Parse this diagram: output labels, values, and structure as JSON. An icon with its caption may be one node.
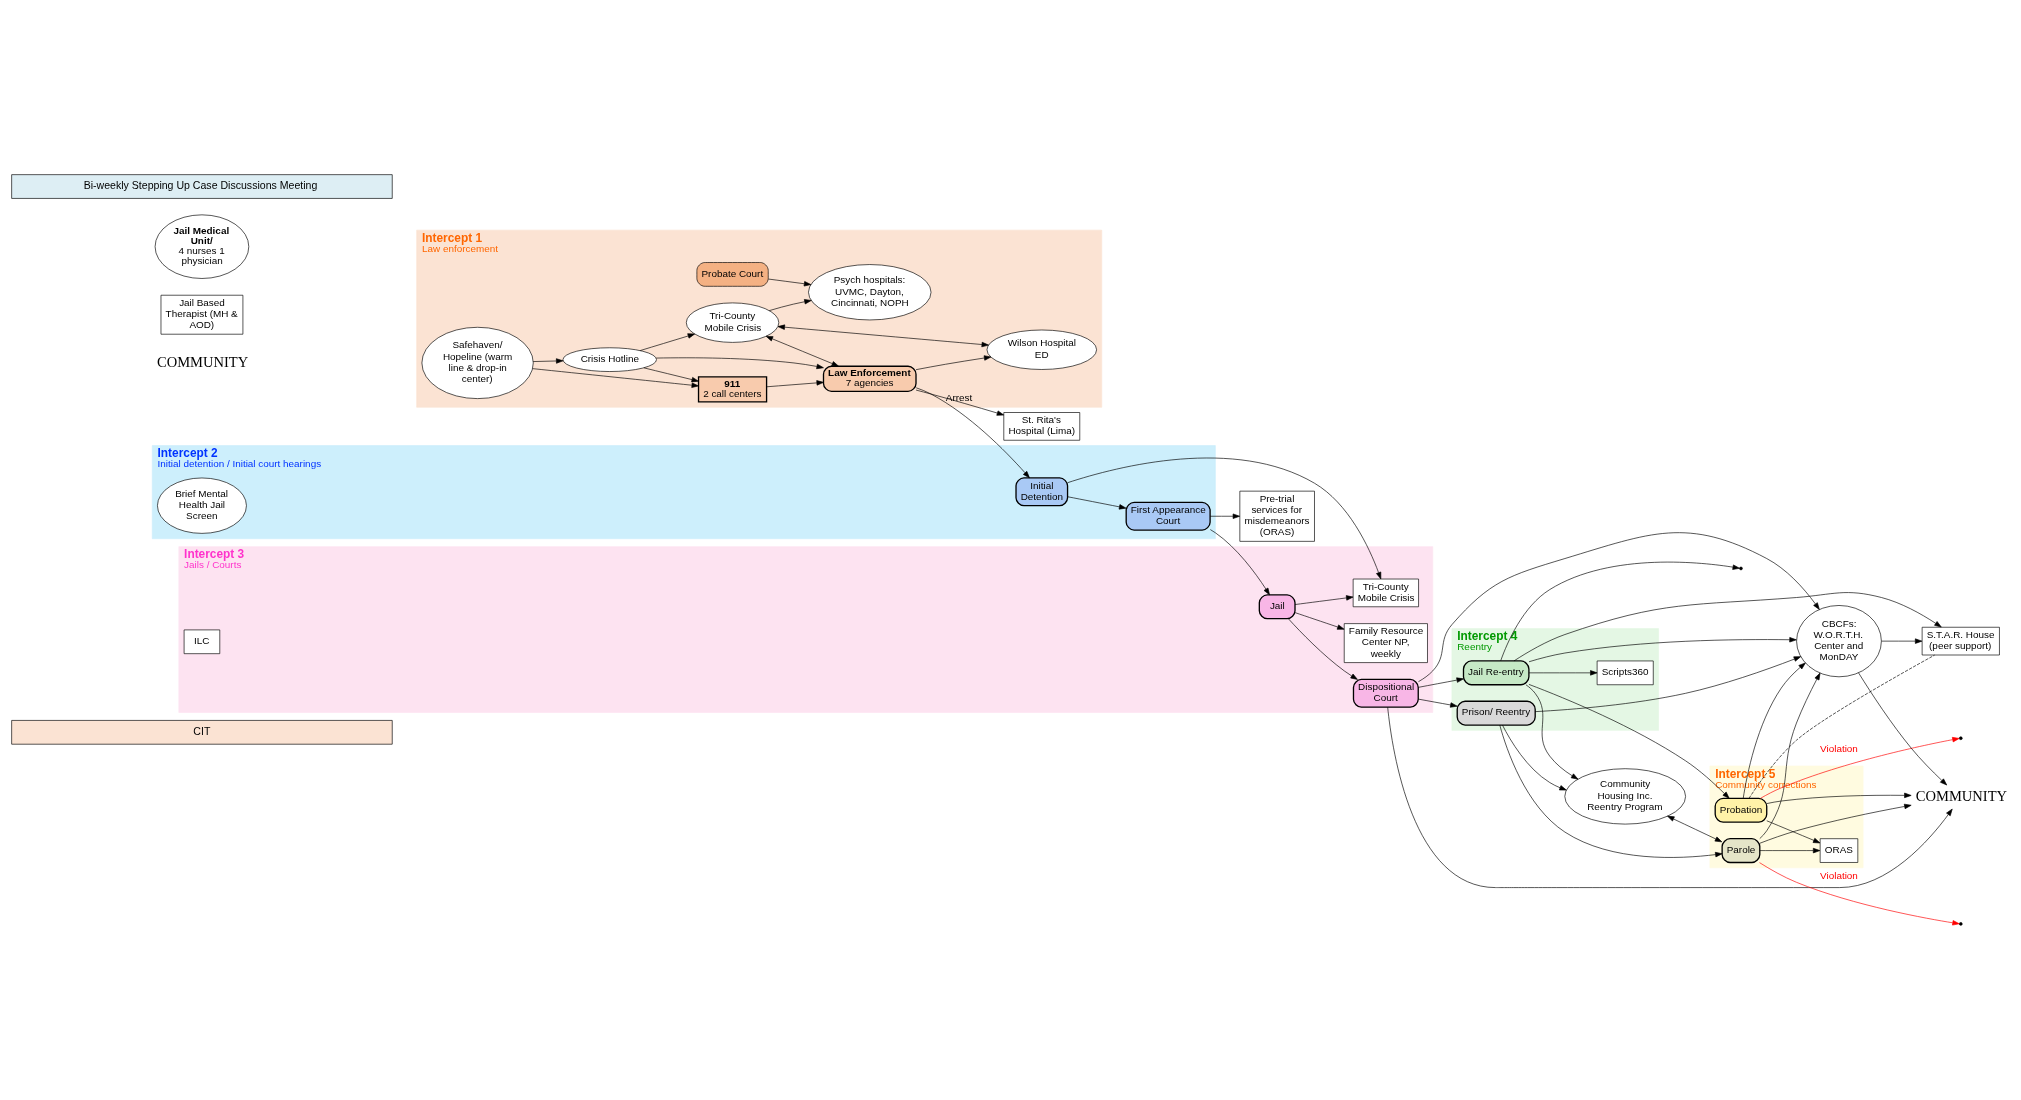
{
  "diagram": {
    "nodes": [
      {
        "text": [
          "CIT"
        ]
      },
      {
        "text": [
          "Intercept 1",
          "Law enforcement"
        ]
      },
      {
        "text": [
          "Intercept 2",
          "Initial detention / Initial court hearings"
        ]
      },
      {
        "text": [
          "Intercept 3",
          "Jails / Courts"
        ]
      },
      {
        "text": [
          "Intercept 4",
          "Reentry"
        ]
      },
      {
        "text": [
          "Intercept 5",
          "Community corrections"
        ]
      },
      {
        "text": [
          "911",
          "2 call centers"
        ],
        "in": 1
      },
      {
        "text": [
          "Safehaven/ Hopeline (warm line & drop-in center)"
        ],
        "in": 1
      },
      {
        "text": [
          "Law Enforcement",
          "7 agencies"
        ],
        "in": 1
      },
      {
        "text": [
          "Crisis Hotline"
        ],
        "in": 1
      },
      {
        "text": [
          "Tri-County Mobile Crisis"
        ],
        "in": 1
      },
      {
        "text": [
          "Psych hospitals: UVMC, Dayton, Cincinnati, NOPH"
        ],
        "in": 1
      },
      {
        "text": [
          "Wilson Hospital ED"
        ],
        "in": 1
      },
      {
        "text": [
          "Probate Court"
        ],
        "in": 1
      },
      {
        "text": [
          "St. Rita's Hospital (Lima)"
        ]
      },
      {
        "text": [
          "Brief Mental Health Jail Screen"
        ],
        "in": 2
      },
      {
        "text": [
          "Initial Detention"
        ],
        "in": 2
      },
      {
        "text": [
          "First Appearance Court"
        ],
        "in": 2
      },
      {
        "text": [
          "Pre-trial services for misdemeanors (ORAS)"
        ]
      },
      {
        "text": [
          "Jail Based Therapist (MH & AOD)"
        ]
      },
      {
        "text": [
          "Family Resource Center NP, weekly"
        ],
        "in": 3
      },
      {
        "text": [
          "Jail"
        ],
        "in": 3
      },
      {
        "text": [
          "Dispositional Court"
        ],
        "in": 3
      },
      {
        "text": [
          "ILC"
        ],
        "in": 3
      },
      {
        "text": [
          "Jail Medical Unit/",
          "4 nurses 1 physician"
        ]
      },
      {
        "text": [
          "Tri-County Mobile Crisis"
        ],
        "in": 3
      },
      {
        "text": [
          "Prison/ Reentry"
        ],
        "in": 4
      },
      {
        "text": [
          "Jail Re-entry"
        ],
        "in": 4
      },
      {
        "text": [
          "Scripts360"
        ],
        "in": 4
      },
      {
        "text": [
          "S.T.A.R. House (peer support)"
        ]
      },
      {
        "text": [
          "Community Housing Inc. Reentry Program"
        ]
      },
      {
        "text": [
          "CBCFs: W.O.R.T.H. Center and MonDAY"
        ]
      },
      {
        "text": [
          "Parole"
        ],
        "in": 5
      },
      {
        "text": [
          "ORAS"
        ],
        "in": 5
      },
      {
        "text": [
          "Probation"
        ],
        "in": 5
      },
      {
        "text": [
          "Bi-weekly Stepping Up Case Discussions Meeting"
        ]
      },
      {
        "text": [
          "COMMUNITY"
        ]
      }
    ],
    "edges": [
      {
        "from": 7,
        "to": 6,
        "arrow": "to"
      },
      {
        "from": 6,
        "to": 8,
        "arrow": "to"
      },
      {
        "from": 7,
        "to": 9,
        "arrow": "to"
      },
      {
        "from": 9,
        "to": 6,
        "arrow": "to"
      },
      {
        "from": 9,
        "to": 8,
        "arrow": "to"
      },
      {
        "from": 9,
        "to": 10,
        "arrow": "to"
      },
      {
        "from": 10,
        "to": 8,
        "arrow": "both"
      },
      {
        "from": 10,
        "to": 12,
        "arrow": "both"
      },
      {
        "from": 10,
        "to": 11,
        "arrow": "to"
      },
      {
        "from": 8,
        "to": 12,
        "arrow": "to"
      },
      {
        "from": 8,
        "to": 14,
        "arrow": "to"
      },
      {
        "from": 13,
        "to": 11,
        "arrow": "to"
      },
      {
        "from": 8,
        "to": 16,
        "arrow": "to",
        "label": "Arrest"
      },
      {
        "from": 16,
        "to": 17,
        "arrow": "to"
      },
      {
        "from": 16,
        "to": 25,
        "arrow": "to"
      },
      {
        "from": 17,
        "to": 18,
        "arrow": "to"
      },
      {
        "from": 17,
        "to": 21,
        "arrow": "to"
      },
      {
        "from": 21,
        "to": 20,
        "arrow": "to"
      },
      {
        "from": 21,
        "to": 22,
        "arrow": "to"
      },
      {
        "from": 21,
        "to": 25,
        "arrow": "to"
      },
      {
        "from": 22,
        "to": 26,
        "arrow": "to"
      },
      {
        "from": 22,
        "to": 31,
        "arrow": "to"
      },
      {
        "from": 22,
        "to": 36,
        "arrow": "to"
      },
      {
        "from": 22,
        "to": 27,
        "arrow": "to"
      },
      {
        "from": 26,
        "to": 30,
        "arrow": "to"
      },
      {
        "from": 26,
        "to": 32,
        "arrow": "to"
      },
      {
        "from": 26,
        "to": 31,
        "arrow": "to"
      },
      {
        "from": 31,
        "to": 36,
        "arrow": "to"
      },
      {
        "from": 27,
        "to": 30,
        "arrow": "to"
      },
      {
        "from": 27,
        "to": 31,
        "arrow": "to"
      },
      {
        "from": 27,
        "to": 34,
        "arrow": "to"
      },
      {
        "from": 27,
        "to": 29,
        "arrow": "to"
      },
      {
        "from": 27,
        "to": 28,
        "arrow": "to"
      },
      {
        "from": 27,
        "to": null,
        "arrow": "to"
      },
      {
        "from": 30,
        "to": 32,
        "arrow": "both"
      },
      {
        "from": 32,
        "to": 31,
        "arrow": "to"
      },
      {
        "from": 32,
        "to": 33,
        "arrow": "to"
      },
      {
        "from": 32,
        "to": 36,
        "arrow": "to"
      },
      {
        "from": 34,
        "to": 33,
        "arrow": "to"
      },
      {
        "from": 34,
        "to": 31,
        "arrow": "to"
      },
      {
        "from": 34,
        "to": 36,
        "arrow": "to"
      },
      {
        "from": 34,
        "to": 29,
        "arrow": "none",
        "style": "dashed"
      },
      {
        "from": 31,
        "to": 29,
        "arrow": "to"
      },
      {
        "from": 32,
        "to": null,
        "arrow": "to",
        "label": "Violation",
        "color": "#ff0000"
      },
      {
        "from": 34,
        "to": null,
        "arrow": "to",
        "label": "Violation",
        "color": "#ff0000"
      }
    ],
    "labels": [
      "COMMUNITY"
    ]
  }
}
